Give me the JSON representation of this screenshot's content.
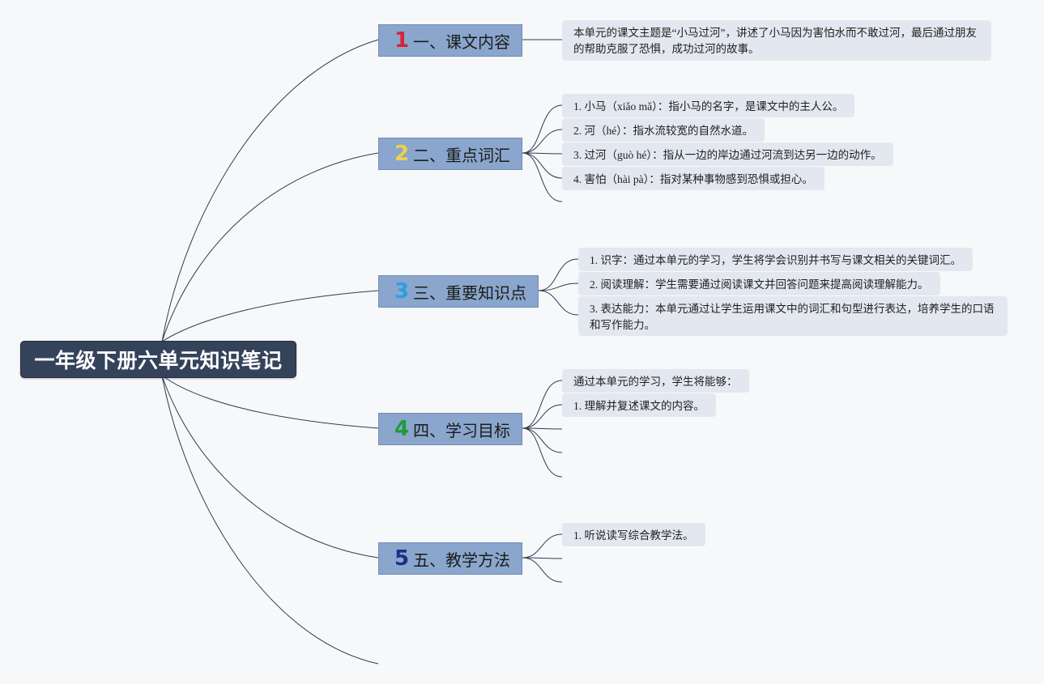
{
  "root": {
    "title": "一年级下册六单元知识笔记"
  },
  "branches": [
    {
      "number": "1",
      "number_color": "#d5233a",
      "label": "一、课文内容",
      "leaves": [
        "本单元的课文主题是“小马过河”，讲述了小马因为害怕水而不敢过河，最后通过朋友的帮助克服了恐惧，成功过河的故事。"
      ]
    },
    {
      "number": "2",
      "number_color": "#efd24a",
      "label": "二、重点词汇",
      "leaves": [
        "1. 小马（xiǎo mǎ）：指小马的名字，是课文中的主人公。",
        "2. 河（hé）：指水流较宽的自然水道。",
        "3. 过河（guò hé）：指从一边的岸边通过河流到达另一边的动作。",
        "4. 害怕（hài pà）：指对某种事物感到恐惧或担心。"
      ]
    },
    {
      "number": "3",
      "number_color": "#2a9fe0",
      "label": "三、重要知识点",
      "leaves": [
        "1. 识字：通过本单元的学习，学生将学会识别并书写与课文相关的关键词汇。",
        "2. 阅读理解：学生需要通过阅读课文并回答问题来提高阅读理解能力。",
        "3. 表达能力：本单元通过让学生运用课文中的词汇和句型进行表达，培养学生的口语和写作能力。"
      ]
    },
    {
      "number": "4",
      "number_color": "#1f9a3b",
      "label": "四、学习目标",
      "leaves": [
        "通过本单元的学习，学生将能够：",
        "1. 理解并复述课文的内容。"
      ]
    },
    {
      "number": "5",
      "number_color": "#1a2f8a",
      "label": "五、教学方法",
      "leaves": [
        "1. 听说读写综合教学法。"
      ]
    }
  ],
  "colors": {
    "connector": "#2f3b52",
    "branch_fill": "#8aa6cd",
    "leaf_fill": "#e3e8f0",
    "root_fill": "#34425a"
  }
}
